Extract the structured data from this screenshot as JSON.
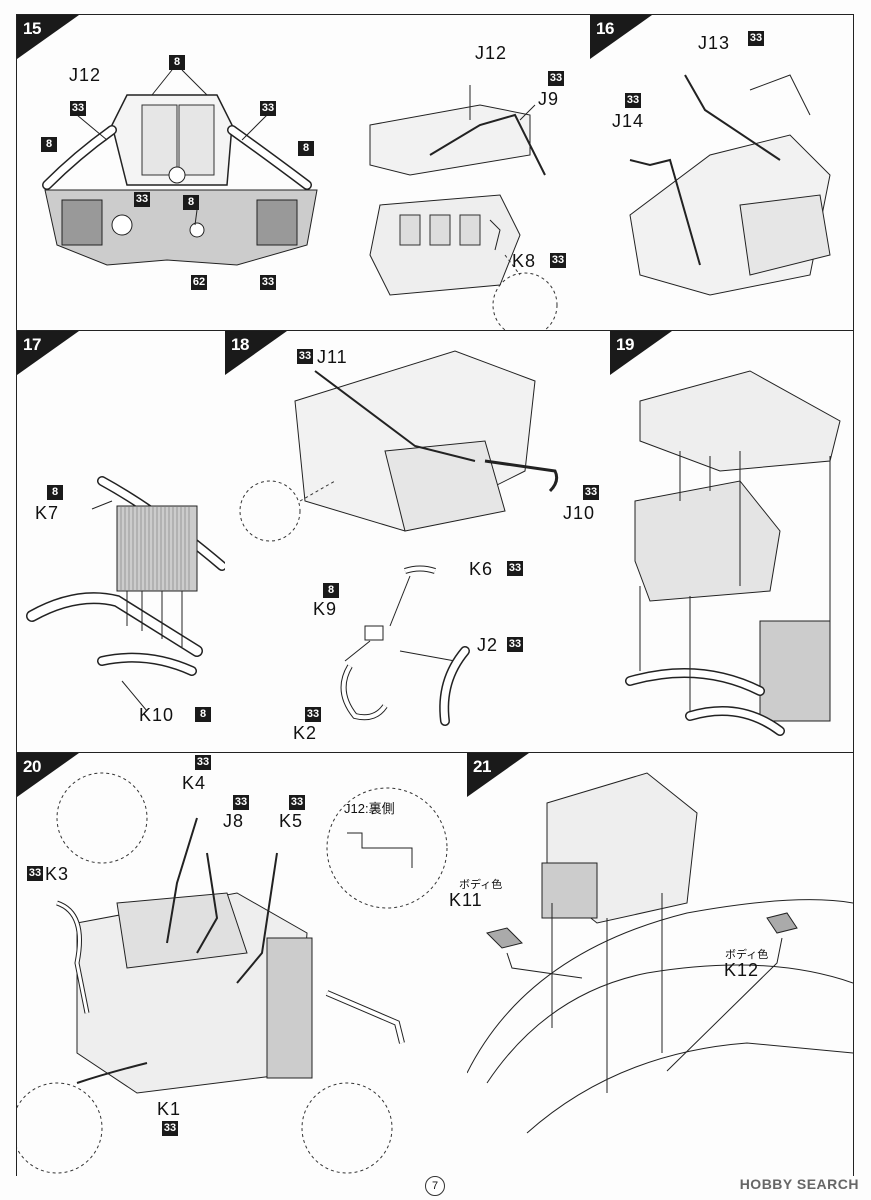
{
  "page_number": "7",
  "watermark": "HOBBY SEARCH",
  "steps": {
    "s15": {
      "number": "15",
      "labels": {
        "j12": "J12",
        "b8_top": "8",
        "b33_left": "33",
        "b33_right": "33",
        "b8_left": "8",
        "b8_right": "8",
        "b33_mid": "33",
        "b8_mid": "8",
        "b62": "62",
        "b33_br": "33"
      }
    },
    "s15b": {
      "labels": {
        "j12": "J12",
        "b33": "33",
        "j9": "J9",
        "k8": "K8",
        "b33_k8": "33"
      }
    },
    "s16": {
      "number": "16",
      "labels": {
        "j13": "J13",
        "b33_j13": "33",
        "b33_j14": "33",
        "j14": "J14"
      }
    },
    "s17": {
      "number": "17",
      "labels": {
        "b8": "8",
        "k7": "K7",
        "k10": "K10",
        "b8_k10": "8"
      }
    },
    "s18": {
      "number": "18",
      "labels": {
        "b33_j11": "33",
        "j11": "J11",
        "b33_j10": "33",
        "j10": "J10",
        "k6": "K6",
        "b33_k6": "33",
        "b8_k9": "8",
        "k9": "K9",
        "j2": "J2",
        "b33_j2": "33",
        "b33_k2": "33",
        "k2": "K2"
      }
    },
    "s19": {
      "number": "19"
    },
    "s20": {
      "number": "20",
      "labels": {
        "b33_k4": "33",
        "k4": "K4",
        "b33_j8": "33",
        "j8": "J8",
        "b33_k5": "33",
        "k5": "K5",
        "b33_k3": "33",
        "k3": "K3",
        "k1": "K1",
        "b33_k1": "33",
        "callout": "J12:裏側"
      }
    },
    "s21": {
      "number": "21",
      "labels": {
        "body_color_1": "ボディ色",
        "k11": "K11",
        "body_color_2": "ボディ色",
        "k12": "K12"
      }
    }
  }
}
